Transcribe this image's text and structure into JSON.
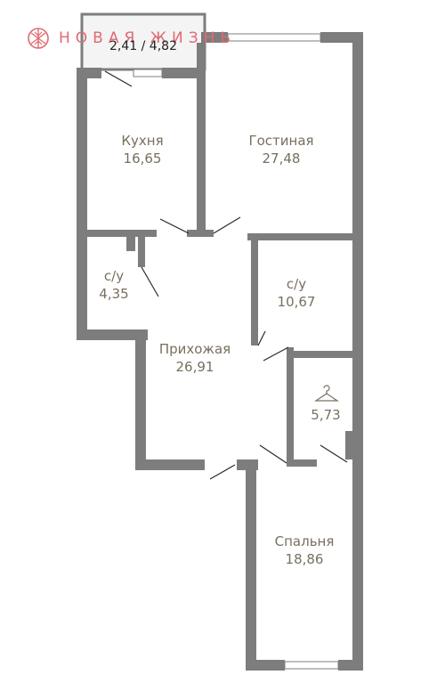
{
  "logo": {
    "text": "НОВАЯ ЖИЗНЬ",
    "color": "#e06a72",
    "icon": "snowflake-logo-icon"
  },
  "rooms": {
    "balcony": {
      "area": "2,41 / 4,82"
    },
    "kitchen": {
      "name": "Кухня",
      "area": "16,65"
    },
    "living": {
      "name": "Гостиная",
      "area": "27,48"
    },
    "bath_small": {
      "name": "с/у",
      "area": "4,35"
    },
    "bath_large": {
      "name": "с/у",
      "area": "10,67"
    },
    "hallway": {
      "name": "Прихожая",
      "area": "26,91"
    },
    "wardrobe": {
      "icon": "hanger-icon",
      "area": "5,73"
    },
    "bedroom": {
      "name": "Спальня",
      "area": "18,86"
    }
  },
  "colors": {
    "wall": "#7d7d7d",
    "label": "#77705e"
  }
}
